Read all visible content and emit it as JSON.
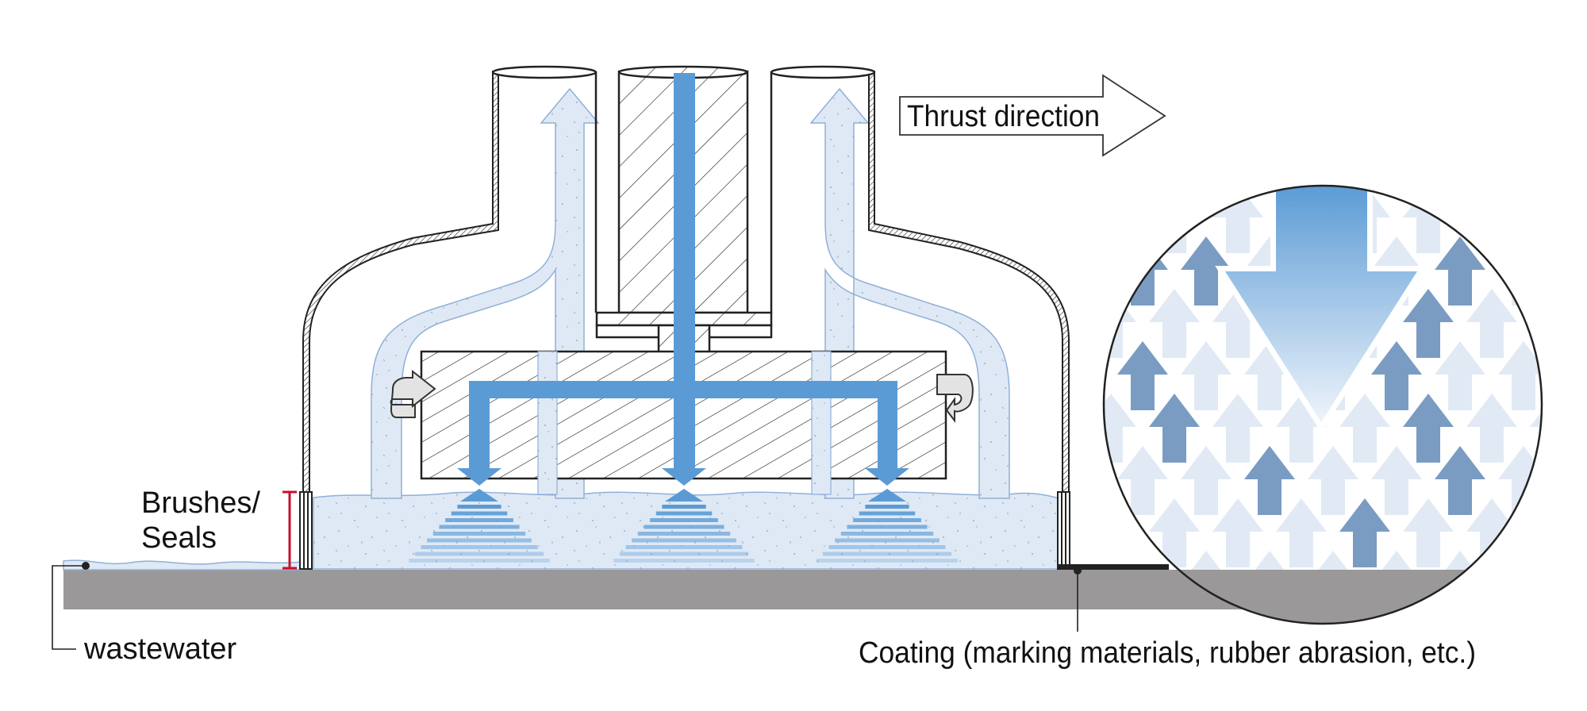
{
  "labels": {
    "thrust_direction": "Thrust direction",
    "brushes_line1": "Brushes/",
    "brushes_line2": "Seals",
    "wastewater": "wastewater",
    "coating": "Coating (marking materials, rubber abrasion, etc.)"
  },
  "colors": {
    "water_jet": "#5b9bd5",
    "wastewater_fill": "#dfe9f5",
    "wastewater_stroke": "#8fb0d8",
    "ground": "#9a9898",
    "seal_marker": "#c8102e",
    "coating": "#222222",
    "arrow_dark": "#7a9cc2",
    "arrow_light": "#e1eaf4",
    "rotation_arrow": "#e3e3e3",
    "outline": "#222222"
  },
  "icons": {
    "thrust": "right-arrow-outline",
    "rotation_left": "curved-rotation-arrow",
    "rotation_right": "curved-rotation-arrow",
    "exhaust": "up-arrow",
    "jet": "down-arrow"
  }
}
